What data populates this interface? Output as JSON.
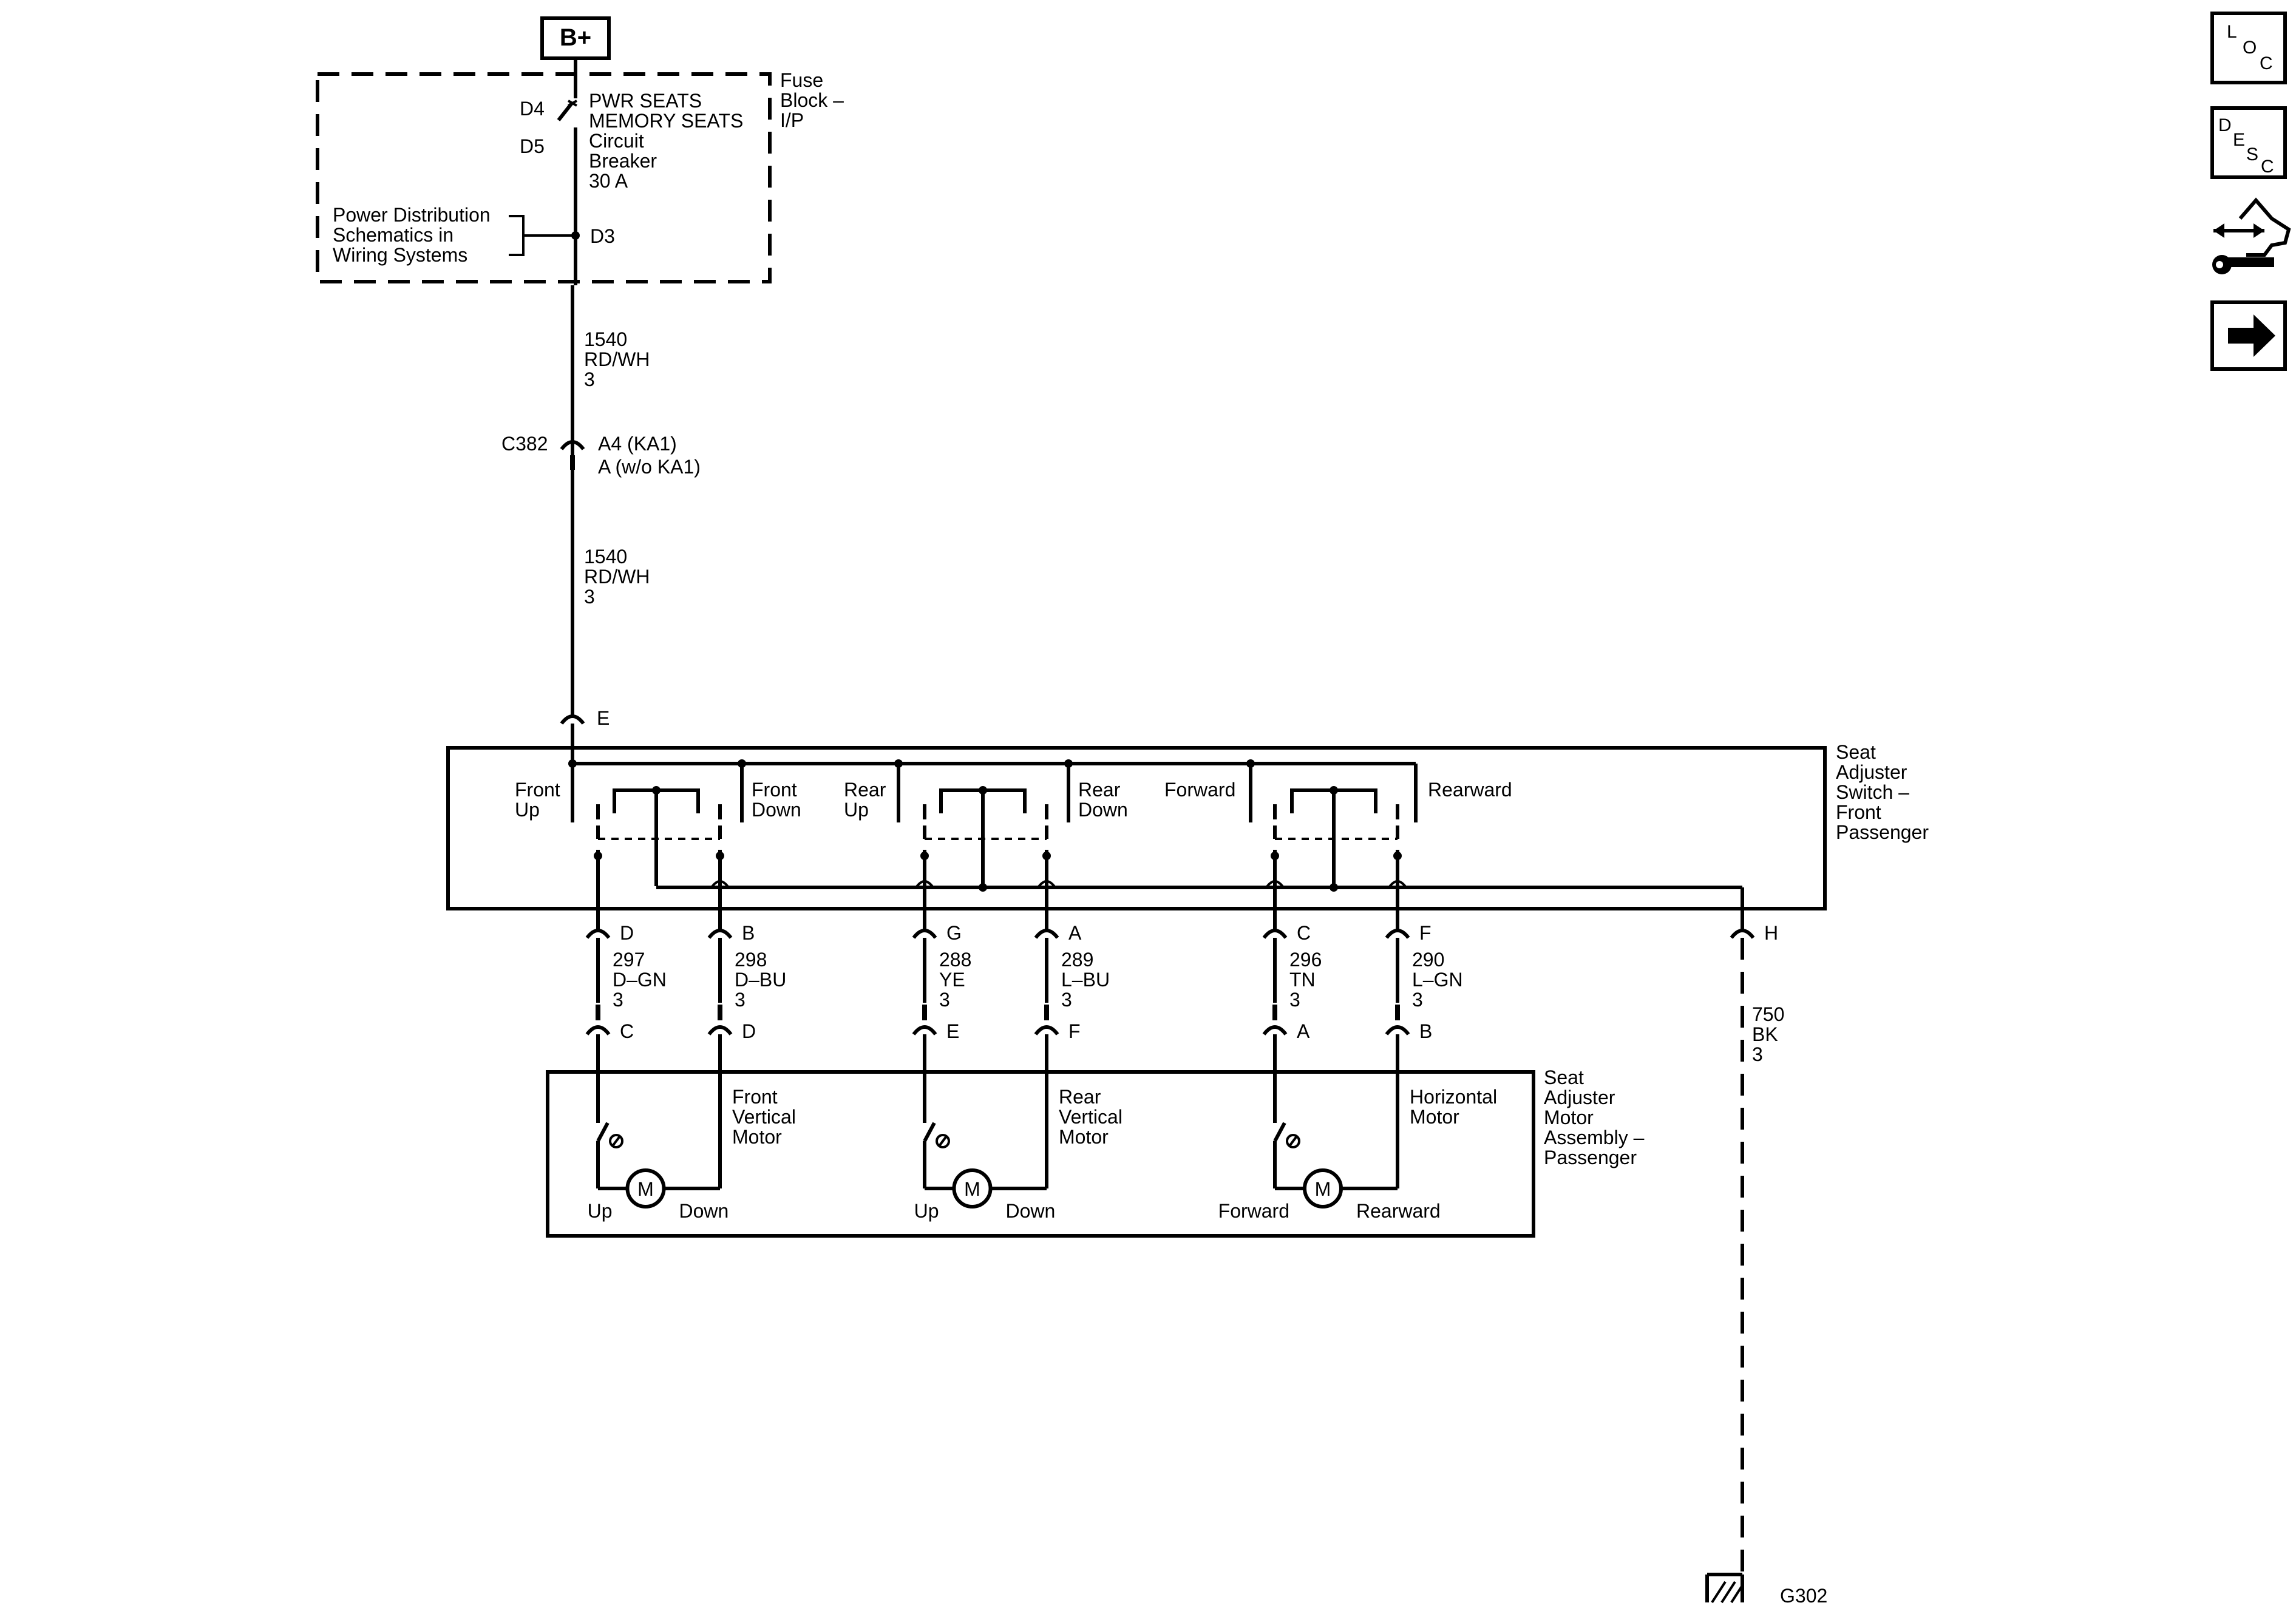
{
  "power_source": "B+",
  "fuse_block": {
    "title": [
      "Fuse",
      "Block –",
      "I/P"
    ],
    "pin_d4": "D4",
    "pin_d5": "D5",
    "pin_d3": "D3",
    "breaker_text": [
      "PWR SEATS",
      "MEMORY SEATS",
      "Circuit",
      "Breaker",
      "30 A"
    ],
    "power_dist_ref": [
      "Power Distribution",
      "Schematics in",
      "Wiring Systems"
    ]
  },
  "wire_upper": {
    "circuit": "1540",
    "color": "RD/WH",
    "size": "3"
  },
  "connector_c382": {
    "name": "C382",
    "pin_a": "A4 (KA1)",
    "pin_b": "A (w/o KA1)"
  },
  "wire_lower": {
    "circuit": "1540",
    "color": "RD/WH",
    "size": "3"
  },
  "switch_input_pin": "E",
  "switch": {
    "title": [
      "Seat",
      "Adjuster",
      "Switch –",
      "Front",
      "Passenger"
    ],
    "labels": {
      "front_up": [
        "Front",
        "Up"
      ],
      "front_down": [
        "Front",
        "Down"
      ],
      "rear_up": [
        "Rear",
        "Up"
      ],
      "rear_down": [
        "Rear",
        "Down"
      ],
      "forward": [
        "Forward"
      ],
      "rearward": [
        "Rearward"
      ]
    }
  },
  "wires": [
    {
      "switch_pin": "D",
      "circuit": "297",
      "color": "D–GN",
      "size": "3",
      "motor_pin": "C"
    },
    {
      "switch_pin": "B",
      "circuit": "298",
      "color": "D–BU",
      "size": "3",
      "motor_pin": "D"
    },
    {
      "switch_pin": "G",
      "circuit": "288",
      "color": "YE",
      "size": "3",
      "motor_pin": "E"
    },
    {
      "switch_pin": "A",
      "circuit": "289",
      "color": "L–BU",
      "size": "3",
      "motor_pin": "F"
    },
    {
      "switch_pin": "C",
      "circuit": "296",
      "color": "TN",
      "size": "3",
      "motor_pin": "A"
    },
    {
      "switch_pin": "F",
      "circuit": "290",
      "color": "L–GN",
      "size": "3",
      "motor_pin": "B"
    }
  ],
  "ground_pin": "H",
  "ground_wire": {
    "circuit": "750",
    "color": "BK",
    "size": "3"
  },
  "ground": "G302",
  "motor_assembly": {
    "title": [
      "Seat",
      "Adjuster",
      "Motor",
      "Assembly –",
      "Passenger"
    ],
    "motors": [
      {
        "name": [
          "Front",
          "Vertical",
          "Motor"
        ],
        "symbol": "M",
        "left": "Up",
        "right": "Down"
      },
      {
        "name": [
          "Rear",
          "Vertical",
          "Motor"
        ],
        "symbol": "M",
        "left": "Up",
        "right": "Down"
      },
      {
        "name": [
          "Horizontal",
          "Motor"
        ],
        "symbol": "M",
        "left": "Forward",
        "right": "Rearward"
      }
    ]
  },
  "nav": {
    "loc": [
      "L",
      "O",
      "C"
    ],
    "desc": [
      "D",
      "E",
      "S",
      "C"
    ],
    "icons": [
      "connector-repair-icon",
      "next-arrow-icon"
    ]
  }
}
